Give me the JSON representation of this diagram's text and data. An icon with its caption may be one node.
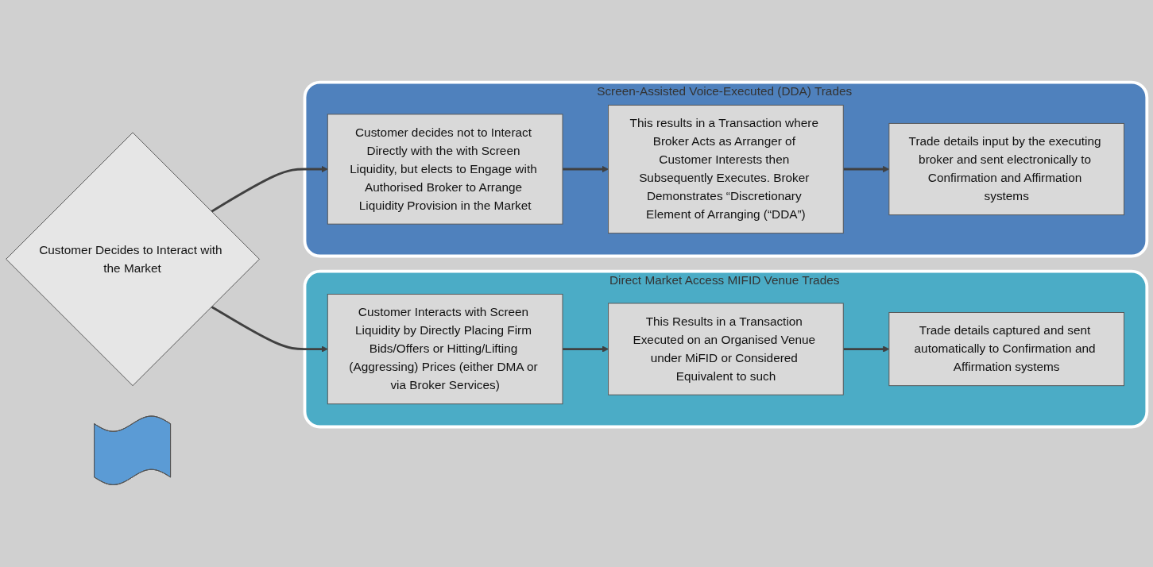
{
  "diagram": {
    "nodes": [
      {
        "text": [
          "Customer Decides to Interact with the Market"
        ]
      },
      {
        "text": [
          "Direct Market Access MIFID Venue Trades"
        ]
      },
      {
        "text": [
          "Customer Interacts with Screen Liquidity by Directly Placing Firm Bids/Offers or Hitting/Lifting (Aggressing) Prices (either DMA or via Broker Services)"
        ],
        "in": 1
      },
      {
        "text": [
          "This Results in a Transaction Executed on an Organised Venue under MiFID or Considered Equivalent to such"
        ],
        "in": 1
      },
      {
        "text": [
          "Trade details captured and sent automatically to Confirmation and Affirmation systems"
        ],
        "in": 1
      },
      {
        "text": [],
        "shape": "band"
      },
      {
        "text": [
          "Screen-Assisted Voice-Executed (DDA) Trades"
        ]
      },
      {
        "text": [
          "Customer decides not to Interact Directly with the with Screen Liquidity, but elects to Engage with Authorised Broker to Arrange Liquidity Provision in the Market"
        ],
        "in": 6
      },
      {
        "text": [
          "This results in a Transaction where Broker Acts as Arranger of Customer Interests then Subsequently Executes. Broker Demonstrates “Discretionary Element of Arranging (“DDA”)"
        ],
        "in": 6
      },
      {
        "text": [
          "Trade details input by the executing broker and sent electronically to Confirmation and Affirmation systems"
        ],
        "in": 6
      }
    ],
    "edges": [
      {
        "from": 0,
        "to": 2,
        "arrow": "to"
      },
      {
        "from": 0,
        "to": 7,
        "arrow": "to"
      },
      {
        "from": 2,
        "to": 3,
        "arrow": "to"
      },
      {
        "from": 3,
        "to": 4,
        "arrow": "to"
      },
      {
        "from": 7,
        "to": 8,
        "arrow": "to"
      },
      {
        "from": 8,
        "to": 9,
        "arrow": "to"
      }
    ]
  }
}
